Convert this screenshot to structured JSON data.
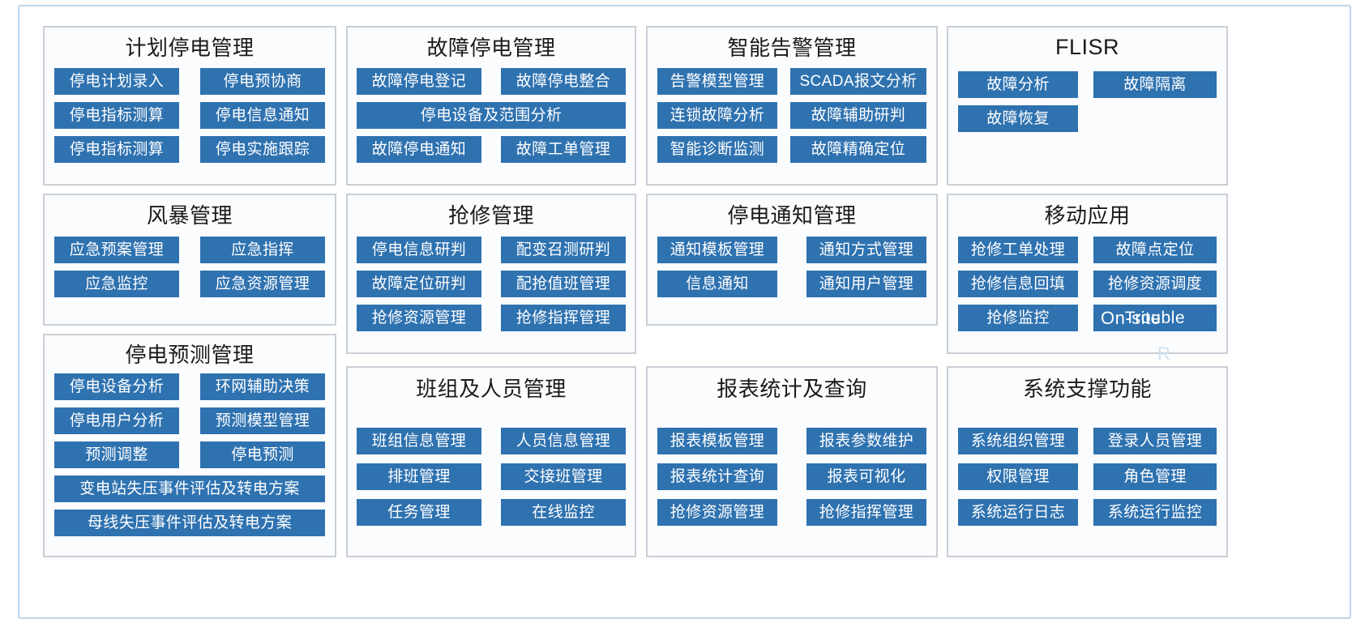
{
  "diagram": {
    "type": "functional-architecture-block-diagram",
    "accent_color": "#2f72b0",
    "panel_border_color": "#c9cfd6",
    "outer_frame_color": "#bcd7ef",
    "panel_background": "#fbfcfd",
    "button_text_color": "#ffffff"
  },
  "panels": [
    {
      "id": "planned-outage",
      "title": "计划停电管理",
      "rows": [
        [
          "停电计划录入",
          "停电预协商"
        ],
        [
          "停电指标测算",
          "停电信息通知"
        ],
        [
          "停电指标测算",
          "停电实施跟踪"
        ]
      ]
    },
    {
      "id": "fault-outage",
      "title": "故障停电管理",
      "rows": [
        [
          "故障停电登记",
          "故障停电整合"
        ],
        [
          "停电设备及范围分析"
        ],
        [
          "故障停电通知",
          "故障工单管理"
        ]
      ]
    },
    {
      "id": "smart-alarm",
      "title": "智能告警管理",
      "rows": [
        [
          "告警模型管理",
          "SCADA报文分析"
        ],
        [
          "连锁故障分析",
          "故障辅助研判"
        ],
        [
          "智能诊断监测",
          "故障精确定位"
        ]
      ]
    },
    {
      "id": "flisr",
      "title": "FLISR",
      "title_latin": true,
      "rows": [
        [
          "故障分析",
          "故障隔离"
        ],
        [
          "故障恢复"
        ]
      ]
    },
    {
      "id": "storm-management",
      "title": "风暴管理",
      "rows": [
        [
          "应急预案管理",
          "应急指挥"
        ],
        [
          "应急监控",
          "应急资源管理"
        ]
      ]
    },
    {
      "id": "emergency-repair",
      "title": "抢修管理",
      "rows": [
        [
          "停电信息研判",
          "配变召测研判"
        ],
        [
          "故障定位研判",
          "配抢值班管理"
        ],
        [
          "抢修资源管理",
          "抢修指挥管理"
        ]
      ]
    },
    {
      "id": "outage-notification",
      "title": "停电通知管理",
      "rows": [
        [
          "通知模板管理",
          "通知方式管理"
        ],
        [
          "信息通知",
          "通知用户管理"
        ]
      ]
    },
    {
      "id": "mobile-app",
      "title": "移动应用",
      "rows": [
        [
          "抢修工单处理",
          "故障点定位"
        ],
        [
          "抢修信息回填",
          "抢修资源调度"
        ],
        [
          "抢修监控",
          "Trouble"
        ]
      ],
      "overlay_labels": [
        {
          "text": "On-site",
          "target": "抢修资源调度"
        },
        {
          "text": "R",
          "target": "panel-corner"
        }
      ]
    },
    {
      "id": "outage-forecast",
      "title": "停电预测管理",
      "rows": [
        [
          "停电设备分析",
          "环网辅助决策"
        ],
        [
          "停电用户分析",
          "预测模型管理"
        ],
        [
          "预测调整",
          "停电预测"
        ],
        [
          "变电站失压事件评估及转电方案"
        ],
        [
          "母线失压事件评估及转电方案"
        ]
      ]
    },
    {
      "id": "team-personnel",
      "title": "班组及人员管理",
      "rows": [
        [
          "班组信息管理",
          "人员信息管理"
        ],
        [
          "排班管理",
          "交接班管理"
        ],
        [
          "任务管理",
          "在线监控"
        ]
      ]
    },
    {
      "id": "report-statistics",
      "title": "报表统计及查询",
      "rows": [
        [
          "报表模板管理",
          "报表参数维护"
        ],
        [
          "报表统计查询",
          "报表可视化"
        ],
        [
          "抢修资源管理",
          "抢修指挥管理"
        ]
      ]
    },
    {
      "id": "system-support",
      "title": "系统支撑功能",
      "rows": [
        [
          "系统组织管理",
          "登录人员管理"
        ],
        [
          "权限管理",
          "角色管理"
        ],
        [
          "系统运行日志",
          "系统运行监控"
        ]
      ]
    }
  ]
}
